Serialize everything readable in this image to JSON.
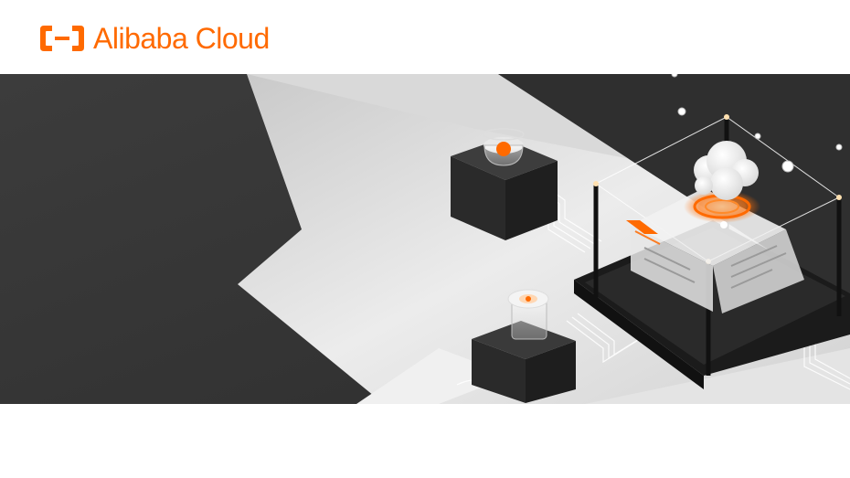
{
  "header": {
    "brand_name": "Alibaba Cloud",
    "logo_icon": "alibaba-cloud-bracket-logo",
    "brand_color": "#ff6a00"
  },
  "banner": {
    "illustration": "isometric-cloud-servers-illustration",
    "colors": {
      "dark": "#3a3a3a",
      "light": "#e6e6e6",
      "accent": "#ff6a00"
    }
  }
}
